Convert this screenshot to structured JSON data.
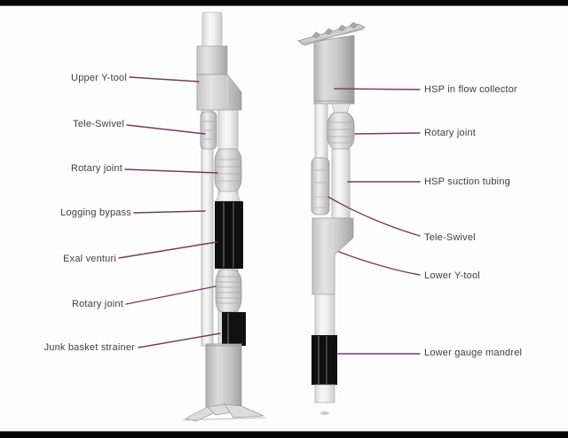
{
  "page": {
    "description": "Completion tool string diagram with two labeled downhole tool assemblies",
    "colors": {
      "background": "#fdfdfd",
      "top_bottom_bars": "#050505",
      "leader_line": "#6b4160",
      "label_text": "#3f3f3f",
      "black_tool_sections": "#0f0f0f",
      "metal_gray": "#c9c9c9"
    }
  },
  "left_diagram": {
    "name": "left tool string",
    "labels": [
      {
        "text": "Upper Y-tool"
      },
      {
        "text": "Tele-Swivel"
      },
      {
        "text": "Rotary joint"
      },
      {
        "text": "Logging bypass"
      },
      {
        "text": "Exal venturi"
      },
      {
        "text": "Rotary joint"
      },
      {
        "text": "Junk basket strainer"
      }
    ]
  },
  "right_diagram": {
    "name": "right tool string",
    "labels": [
      {
        "text": "HSP in flow collector"
      },
      {
        "text": "Rotary joint"
      },
      {
        "text": "HSP suction tubing"
      },
      {
        "text": "Tele-Swivel"
      },
      {
        "text": "Lower Y-tool"
      },
      {
        "text": "Lower gauge mandrel"
      }
    ]
  }
}
